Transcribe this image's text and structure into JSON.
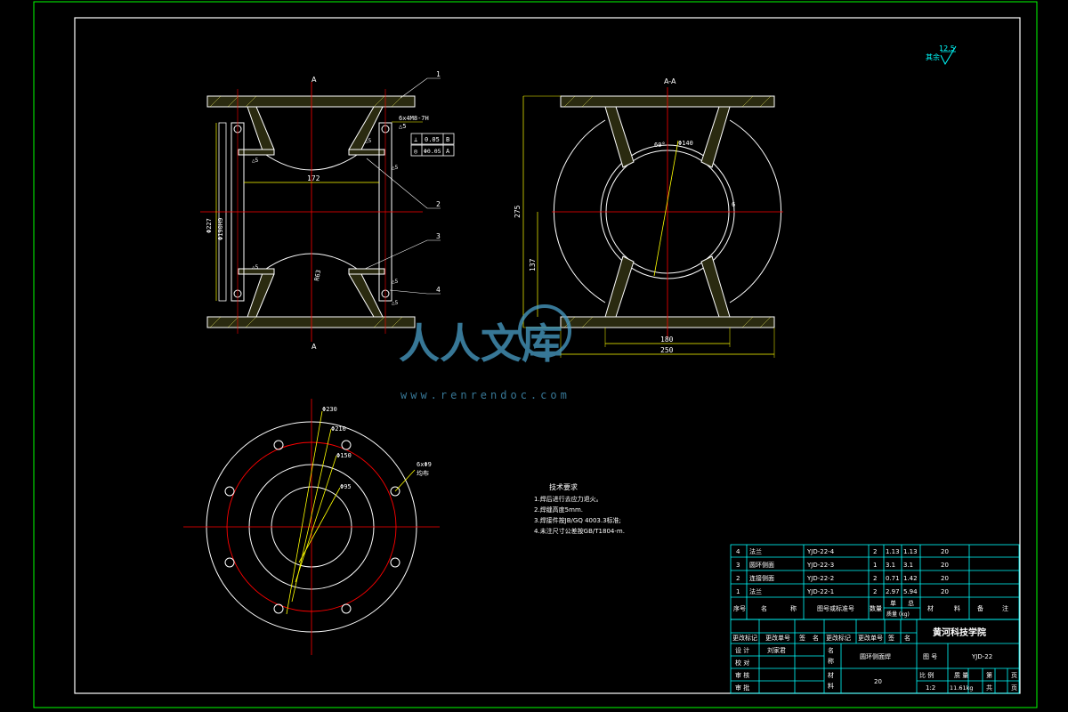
{
  "colors": {
    "frame": "#00ff00",
    "outline": "#ffffff",
    "center": "#ff0000",
    "dimension": "#ffff00",
    "leader": "#ffff00",
    "hatch": "#ffff66",
    "text": "#ffffff",
    "table": "#00ffff",
    "watermark": "#4a9fc8"
  },
  "roughness": {
    "value": "12.5",
    "label": "其余"
  },
  "section_markers": {
    "left_top": "A",
    "left_bottom": "A",
    "right_title": "A-A"
  },
  "left_view": {
    "dim_width": "172",
    "dim_left_a": "Φ227",
    "dim_left_b": "Φ190H9",
    "dim_radius": "R63",
    "weld_note": "6x4M8-7H",
    "weld_sub": "△5",
    "tol1_sym": "⊥",
    "tol1_val": "0.05",
    "tol1_ref": "B",
    "tol2_sym": "◎",
    "tol2_val": "Φ0.05",
    "tol2_ref": "A",
    "small_labels": [
      "△5",
      "△5",
      "△5",
      "△5",
      "△5",
      "△5"
    ],
    "callouts": [
      "1",
      "2",
      "3",
      "4"
    ]
  },
  "right_view": {
    "dim_diameter": "Φ140",
    "dim_height": "275",
    "dim_mid": "137",
    "dim_base1": "180",
    "dim_base2": "250",
    "dim_small": "6",
    "dim_angle": "60°"
  },
  "bottom_view": {
    "labels": [
      "Φ230",
      "Φ210",
      "Φ150",
      "Φ95"
    ],
    "hole_note": "6xΦ9",
    "hole_sub": "均布"
  },
  "tech_req": {
    "title": "技术要求",
    "items": [
      "1.焊后进行去应力退火。",
      "2.焊缝高度5mm.",
      "3.焊接件按JB/GQ 4003.3标准;",
      "4.未注尺寸公差按GB/T1804-m."
    ]
  },
  "parts_list": {
    "rows": [
      {
        "no": "4",
        "name": "法兰",
        "code": "YJD-22-4",
        "qty": "2",
        "unit": "1.13",
        "total": "1.13",
        "material": "20"
      },
      {
        "no": "3",
        "name": "圆环侧面",
        "code": "YJD-22-3",
        "qty": "1",
        "unit": "3.1",
        "total": "3.1",
        "material": "20"
      },
      {
        "no": "2",
        "name": "连接侧面",
        "code": "YJD-22-2",
        "qty": "2",
        "unit": "0.71",
        "total": "1.42",
        "material": "20"
      },
      {
        "no": "1",
        "name": "法兰",
        "code": "YJD-22-1",
        "qty": "2",
        "unit": "2.97",
        "total": "5.94",
        "material": "20"
      }
    ],
    "header": {
      "no": "序号",
      "name": "名",
      "name2": "称",
      "code": "图号或标准号",
      "qty": "数量",
      "weight_single": "单",
      "weight_total": "总",
      "weight_row": "质量 (kg)",
      "material": "材",
      "material2": "料",
      "remark": "备",
      "remark2": "注"
    }
  },
  "title_block": {
    "school": "黄河科技学院",
    "rev_labels": [
      "更改标记",
      "更改单号",
      "签",
      "名",
      "更改标记",
      "更改单号",
      "签",
      "名"
    ],
    "design_label": "设 计",
    "designer": "刘家君",
    "check_label": "校 对",
    "review_label": "审 核",
    "approve_label": "审 批",
    "name_label_a": "名",
    "name_label_b": "称",
    "part_name": "圆环侧面焊",
    "drawing_no_label": "图 号",
    "drawing_no": "YJD-22",
    "material_label_a": "材",
    "material_label_b": "料",
    "material": "20",
    "scale_label": "比 例",
    "weight_label": "质 量",
    "sheet_label": "第",
    "sheet_unit": "页",
    "scale": "1:2",
    "weight": "11.61kg",
    "total_label": "共",
    "total_unit": "页"
  },
  "watermark": {
    "text": "人人文库",
    "url": "www.renrendoc.com"
  }
}
